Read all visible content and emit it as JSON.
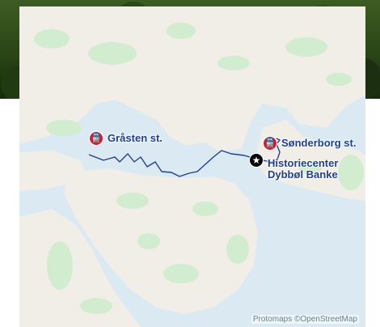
{
  "places": [
    {
      "name": "Gråsten st.",
      "icon": "train-icon",
      "kind": "station"
    },
    {
      "name": "Sønderborg st.",
      "icon": "train-icon",
      "kind": "station"
    },
    {
      "name": "Historiecenter\nDybbøl Banke",
      "icon": "star-icon",
      "kind": "poi"
    }
  ],
  "attribution": "Protomaps ©OpenStreetMap",
  "colors": {
    "water": "#dbeaf2",
    "land": "#f1eee8",
    "park": "#d2ecd0",
    "route": "#1f3f8f",
    "station_pin": "#c8203a"
  }
}
